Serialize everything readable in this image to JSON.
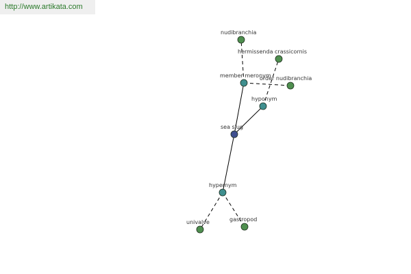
{
  "header": {
    "url": "http://www.artikata.com"
  },
  "graph": {
    "colors": {
      "center": "#3f4f8f",
      "relation": "#3f8f8f",
      "leaf": "#4f8f4f",
      "edge": "#000000"
    },
    "nodes": {
      "nudibranchia": {
        "label": "nudibranchia",
        "type": "leaf"
      },
      "hermissenda": {
        "label": "hermissenda crassicornis",
        "type": "leaf"
      },
      "member_meronym": {
        "label": "member meronym",
        "type": "relation"
      },
      "order_nudibranchia": {
        "label": "order nudibranchia",
        "type": "leaf"
      },
      "hyponym": {
        "label": "hyponym",
        "type": "relation"
      },
      "sea_slug": {
        "label": "sea slug",
        "type": "center"
      },
      "hypernym": {
        "label": "hypernym",
        "type": "relation"
      },
      "univalve": {
        "label": "univalve",
        "type": "leaf"
      },
      "gastropod": {
        "label": "gastropod",
        "type": "leaf"
      }
    },
    "edges": [
      {
        "from": "sea_slug",
        "to": "member_meronym",
        "style": "solid"
      },
      {
        "from": "sea_slug",
        "to": "hyponym",
        "style": "solid"
      },
      {
        "from": "sea_slug",
        "to": "hypernym",
        "style": "solid"
      },
      {
        "from": "member_meronym",
        "to": "nudibranchia",
        "style": "dashed"
      },
      {
        "from": "member_meronym",
        "to": "order_nudibranchia",
        "style": "dashed"
      },
      {
        "from": "hyponym",
        "to": "hermissenda",
        "style": "dashed"
      },
      {
        "from": "hypernym",
        "to": "univalve",
        "style": "dashed"
      },
      {
        "from": "hypernym",
        "to": "gastropod",
        "style": "dashed"
      }
    ]
  }
}
